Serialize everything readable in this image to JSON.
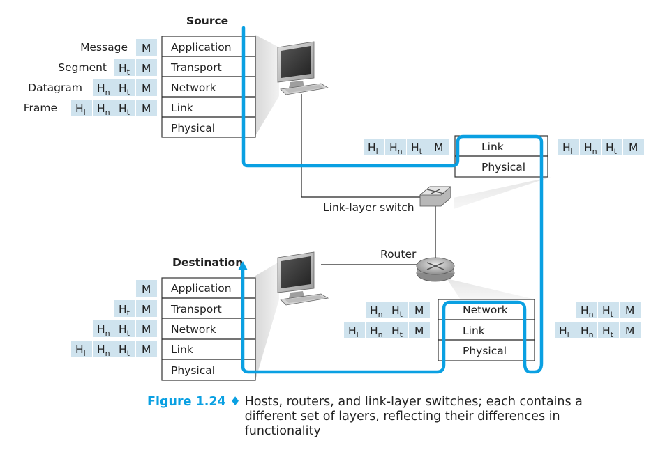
{
  "labels": {
    "source": "Source",
    "destination": "Destination",
    "switch": "Link-layer switch",
    "router": "Router"
  },
  "source_stack": [
    "Application",
    "Transport",
    "Network",
    "Link",
    "Physical"
  ],
  "dest_stack": [
    "Application",
    "Transport",
    "Network",
    "Link",
    "Physical"
  ],
  "switch_stack": [
    "Link",
    "Physical"
  ],
  "router_stack": [
    "Network",
    "Link",
    "Physical"
  ],
  "pdu_names": [
    "Message",
    "Segment",
    "Datagram",
    "Frame"
  ],
  "header_rows": {
    "message": [
      "M"
    ],
    "segment": [
      "Ht",
      "M"
    ],
    "datagram": [
      "Hn",
      "Ht",
      "M"
    ],
    "frame": [
      "Hl",
      "Hn",
      "Ht",
      "M"
    ]
  },
  "caption": {
    "figure_label": "Figure 1.24",
    "separator": "♦",
    "text": "Hosts, routers, and link-layer switches; each contains a different set of layers, reflecting their differences in functionality"
  },
  "colors": {
    "path": "#0aa0e2",
    "header_cell": "#cfe3ee",
    "caption_label": "#0aa0e2"
  },
  "icons": [
    "computer-icon",
    "switch-icon",
    "router-icon"
  ]
}
